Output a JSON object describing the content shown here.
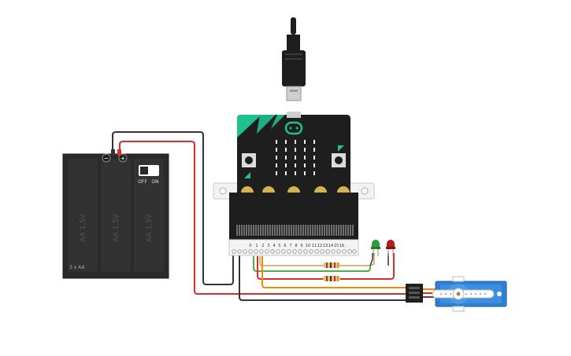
{
  "battery": {
    "switch_off": "OFF",
    "switch_on": "ON",
    "capacity": "3 x AA",
    "cell_label": "AA 1.5V",
    "terminal_minus": "−",
    "terminal_plus": "+"
  },
  "edge_connector": {
    "pin_labels": [
      "0",
      "1",
      "2",
      "3",
      "4",
      "5",
      "6",
      "7",
      "8",
      "9",
      "10",
      "11",
      "12",
      "13",
      "14",
      "15",
      "16"
    ]
  },
  "colors": {
    "wire_red": "#d32f2f",
    "wire_black": "#333333",
    "wire_green": "#4caf50",
    "wire_orange": "#f08a00",
    "board_black": "#1e1e1e",
    "board_accent": "#1ec08e",
    "servo_blue": "#2e7fd3",
    "led_green": "#2e9c3a",
    "led_red": "#b71c1c",
    "battery_body": "#2a2a2a"
  }
}
